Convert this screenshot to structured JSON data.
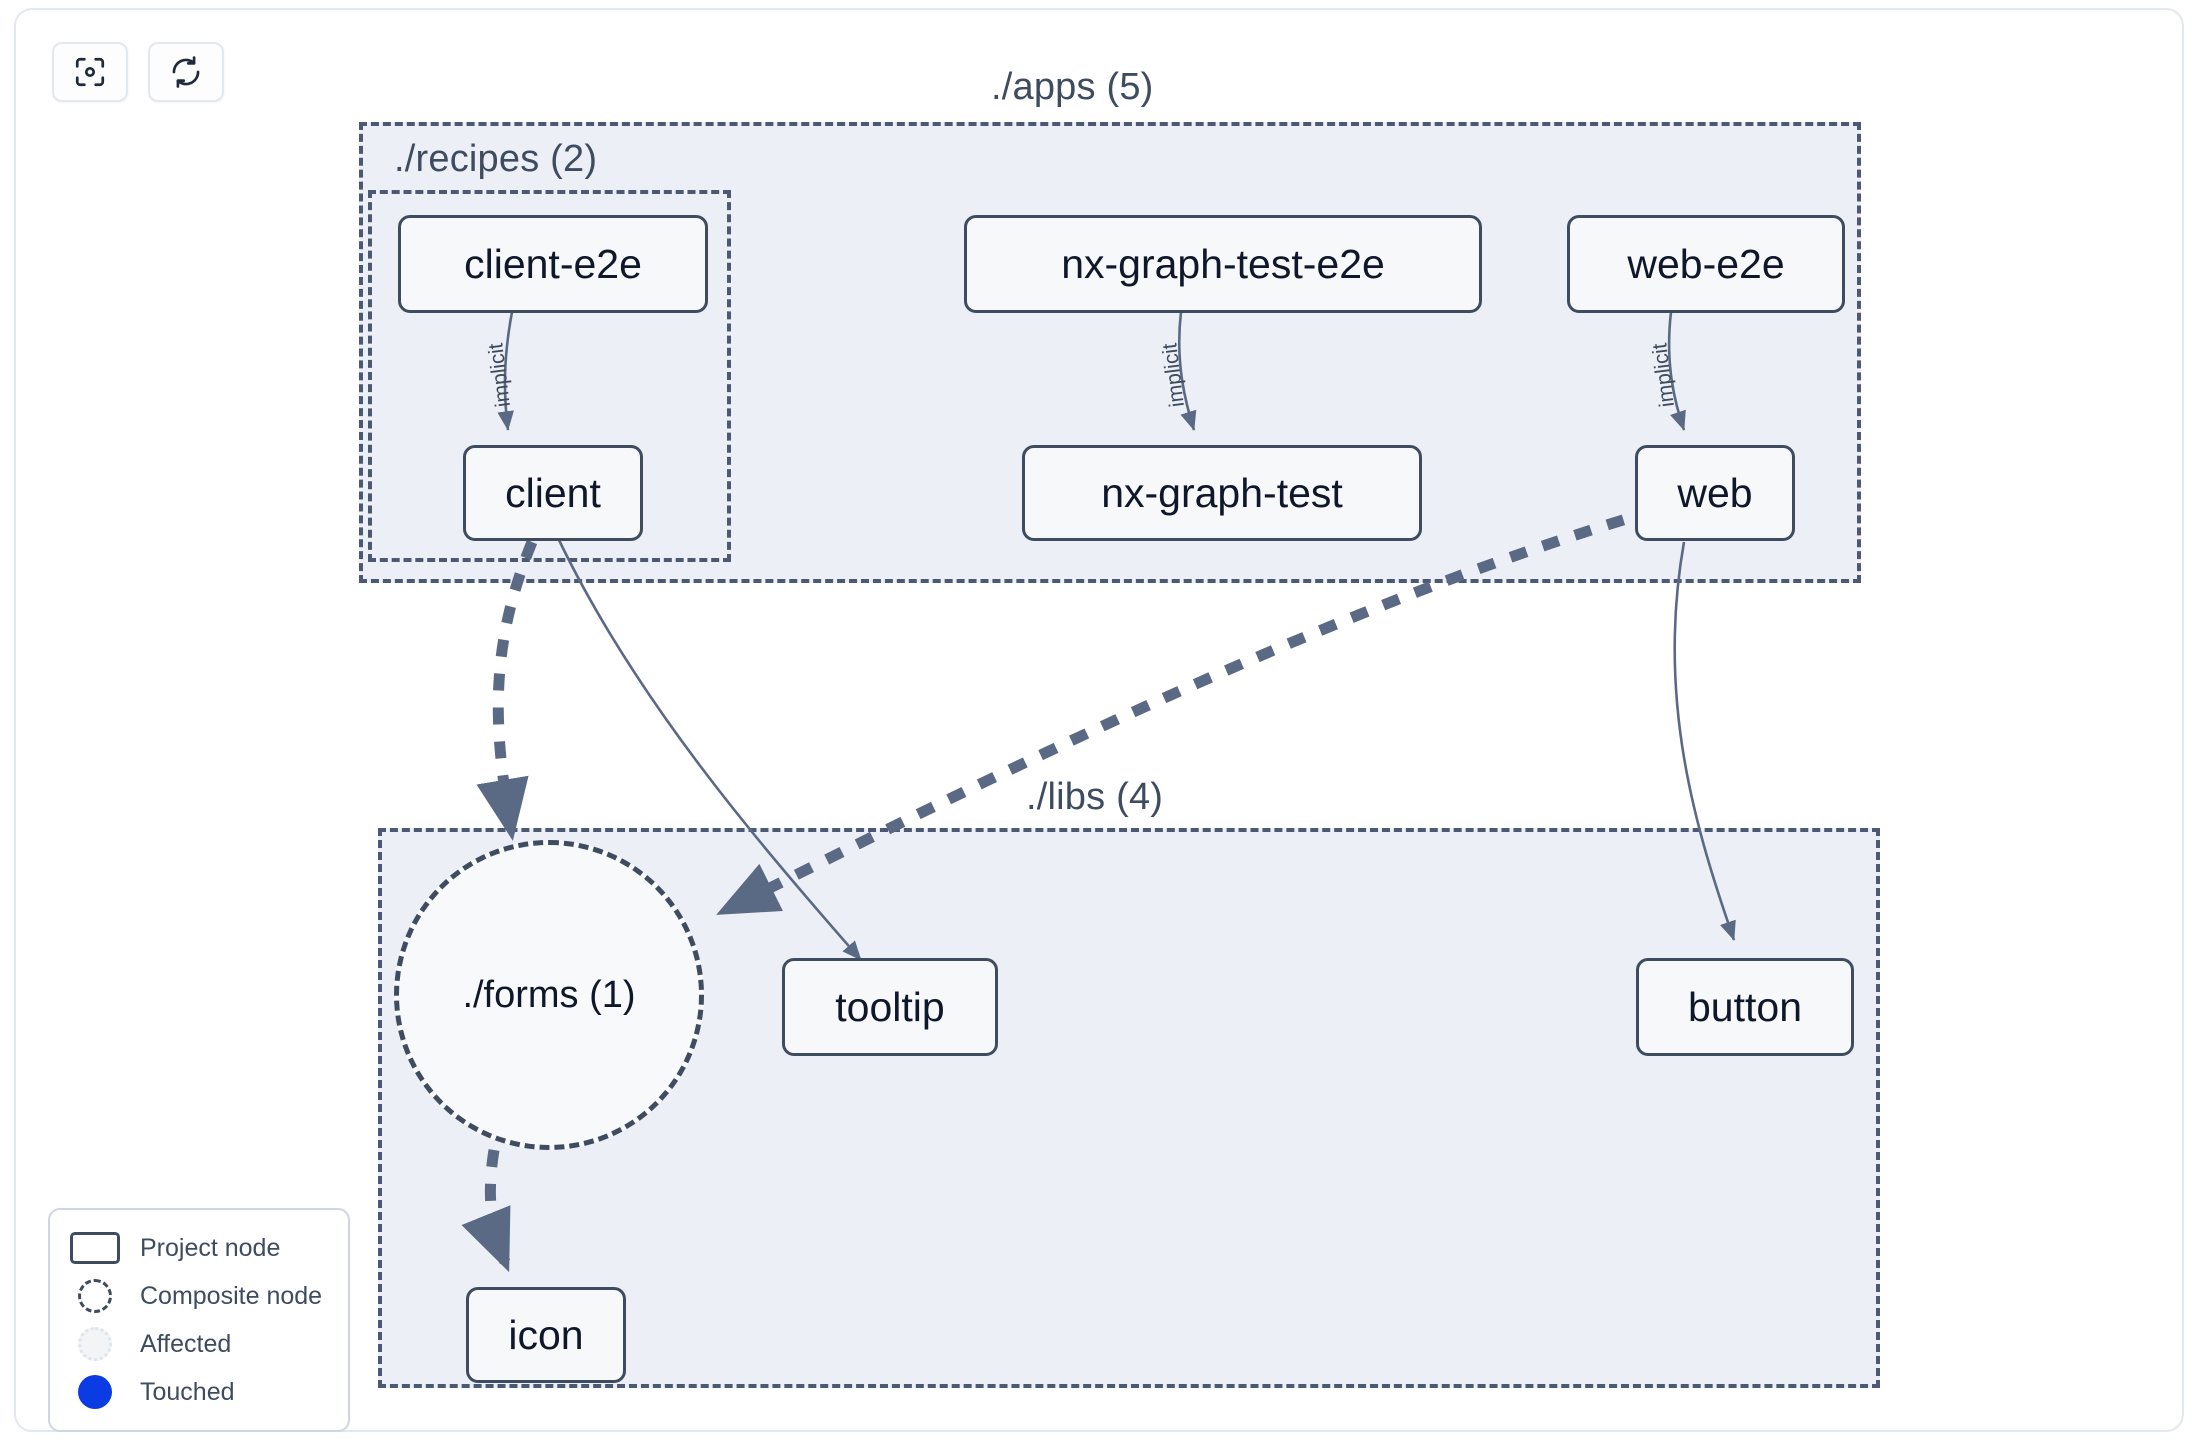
{
  "toolbar": {
    "buttons": [
      {
        "name": "focus-graph-button",
        "icon": "focus-target-icon",
        "label": ""
      },
      {
        "name": "refresh-graph-button",
        "icon": "refresh-icon",
        "label": ""
      }
    ]
  },
  "graph": {
    "groups": [
      {
        "id": "apps",
        "label": "./apps (5)",
        "count": 5
      },
      {
        "id": "recipes",
        "label": "./recipes (2)",
        "count": 2
      },
      {
        "id": "libs",
        "label": "./libs (4)",
        "count": 4
      }
    ],
    "nodes": [
      {
        "id": "client-e2e",
        "label": "client-e2e",
        "type": "project",
        "group": "recipes"
      },
      {
        "id": "client",
        "label": "client",
        "type": "project",
        "group": "recipes"
      },
      {
        "id": "nx-graph-test-e2e",
        "label": "nx-graph-test-e2e",
        "type": "project",
        "group": "apps"
      },
      {
        "id": "nx-graph-test",
        "label": "nx-graph-test",
        "type": "project",
        "group": "apps"
      },
      {
        "id": "web-e2e",
        "label": "web-e2e",
        "type": "project",
        "group": "apps"
      },
      {
        "id": "web",
        "label": "web",
        "type": "project",
        "group": "apps"
      },
      {
        "id": "forms",
        "label": "./forms (1)",
        "type": "composite",
        "group": "libs"
      },
      {
        "id": "tooltip",
        "label": "tooltip",
        "type": "project",
        "group": "libs"
      },
      {
        "id": "button",
        "label": "button",
        "type": "project",
        "group": "libs"
      },
      {
        "id": "icon",
        "label": "icon",
        "type": "project",
        "group": "libs"
      }
    ],
    "edges": [
      {
        "source": "client-e2e",
        "target": "client",
        "label": "implicit",
        "style": "solid"
      },
      {
        "source": "nx-graph-test-e2e",
        "target": "nx-graph-test",
        "label": "implicit",
        "style": "solid"
      },
      {
        "source": "web-e2e",
        "target": "web",
        "label": "implicit",
        "style": "solid"
      },
      {
        "source": "client",
        "target": "forms",
        "label": "",
        "style": "dashed"
      },
      {
        "source": "client",
        "target": "tooltip",
        "label": "",
        "style": "solid"
      },
      {
        "source": "web",
        "target": "forms",
        "label": "",
        "style": "dashed"
      },
      {
        "source": "web",
        "target": "button",
        "label": "",
        "style": "solid"
      },
      {
        "source": "forms",
        "target": "icon",
        "label": "",
        "style": "dashed"
      }
    ]
  },
  "legend": {
    "items": [
      {
        "swatch": "project-node-swatch",
        "label": "Project node"
      },
      {
        "swatch": "composite-node-swatch",
        "label": "Composite node"
      },
      {
        "swatch": "affected-swatch",
        "label": "Affected"
      },
      {
        "swatch": "touched-swatch",
        "label": "Touched"
      }
    ]
  },
  "colors": {
    "group_fill": "#eceff5",
    "group_border": "#4b5a72",
    "node_fill": "#f7f8fa",
    "node_border": "#3f4c60",
    "edge": "#5a6a84",
    "text": "#0f172a",
    "touched": "#0b3ce3",
    "panel_border": "#e3e8ef"
  }
}
